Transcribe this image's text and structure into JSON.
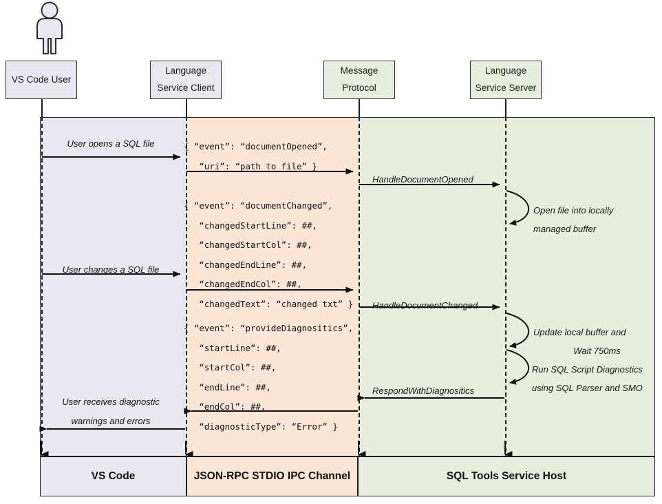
{
  "diagram": {
    "title": "SQL Tools Service language protocol sequence",
    "colors": {
      "vscode_band": "#e9e7f0",
      "ipc_band": "#fae5d7",
      "service_band": "#e8eedd",
      "line": "#1d1d1d"
    }
  },
  "actor": {
    "name": "vs-code-user-actor"
  },
  "participants": [
    {
      "id": "vs-code-user",
      "lines": [
        "VS Code User"
      ],
      "fill": "lav"
    },
    {
      "id": "language-service-client",
      "lines": [
        "Language",
        "Service Client"
      ],
      "fill": "lav"
    },
    {
      "id": "message-protocol",
      "lines": [
        "Message",
        "Protocol"
      ],
      "fill": "grn"
    },
    {
      "id": "language-service-server",
      "lines": [
        "Language",
        "Service Server"
      ],
      "fill": "grn"
    }
  ],
  "messages": [
    {
      "id": "user-opens-sql-file",
      "lines": [
        "User opens a SQL file"
      ]
    },
    {
      "id": "handle-document-opened",
      "lines": [
        "HandleDocumentOpened"
      ]
    },
    {
      "id": "user-changes-sql-file",
      "lines": [
        "User changes a SQL file"
      ]
    },
    {
      "id": "handle-document-changed",
      "lines": [
        "HandleDocumentChanged"
      ]
    },
    {
      "id": "respond-with-diagnositics",
      "lines": [
        "RespondWithDiagnositics"
      ]
    },
    {
      "id": "user-receives-diagnostics",
      "lines": [
        "User receives diagnostic",
        "warnings and errors"
      ]
    }
  ],
  "payloads": [
    {
      "id": "document-opened-payload",
      "text": "{ “event”: “documentOpened”,\n   “uri”: “path_to_file” }"
    },
    {
      "id": "document-changed-payload",
      "text": "{ “event”: “documentChanged”,\n   “changedStartLine”: ##,\n   “changedStartCol”: ##,\n   “changedEndLine”: ##,\n   “changedEndCol”: ##,\n   “changedText”: “changed txt” }"
    },
    {
      "id": "provide-diagnositics-payload",
      "text": "{ “event”: “provideDiagnositics”,\n   “startLine”: ##,\n   “startCol”: ##,\n   “endLine”: ##,\n   “endCol”: ##,\n   “diagnosticType”: “Error” }"
    }
  ],
  "notes": [
    {
      "id": "open-file-note",
      "lines": [
        "Open file into locally",
        "managed buffer"
      ]
    },
    {
      "id": "update-buffer-note",
      "lines": [
        "Update local buffer and",
        "Wait 750ms"
      ]
    },
    {
      "id": "run-diagnostics-note",
      "lines": [
        "Run SQL Script Diagnostics",
        "using SQL Parser and SMO"
      ]
    }
  ],
  "footer": [
    {
      "id": "vs-code-footer",
      "label": "VS Code",
      "fill": "lav"
    },
    {
      "id": "json-rpc-footer",
      "label": "JSON-RPC STDIO IPC Channel",
      "fill": "peach"
    },
    {
      "id": "sql-tools-service-footer",
      "label": "SQL Tools Service Host",
      "fill": "grn"
    }
  ]
}
